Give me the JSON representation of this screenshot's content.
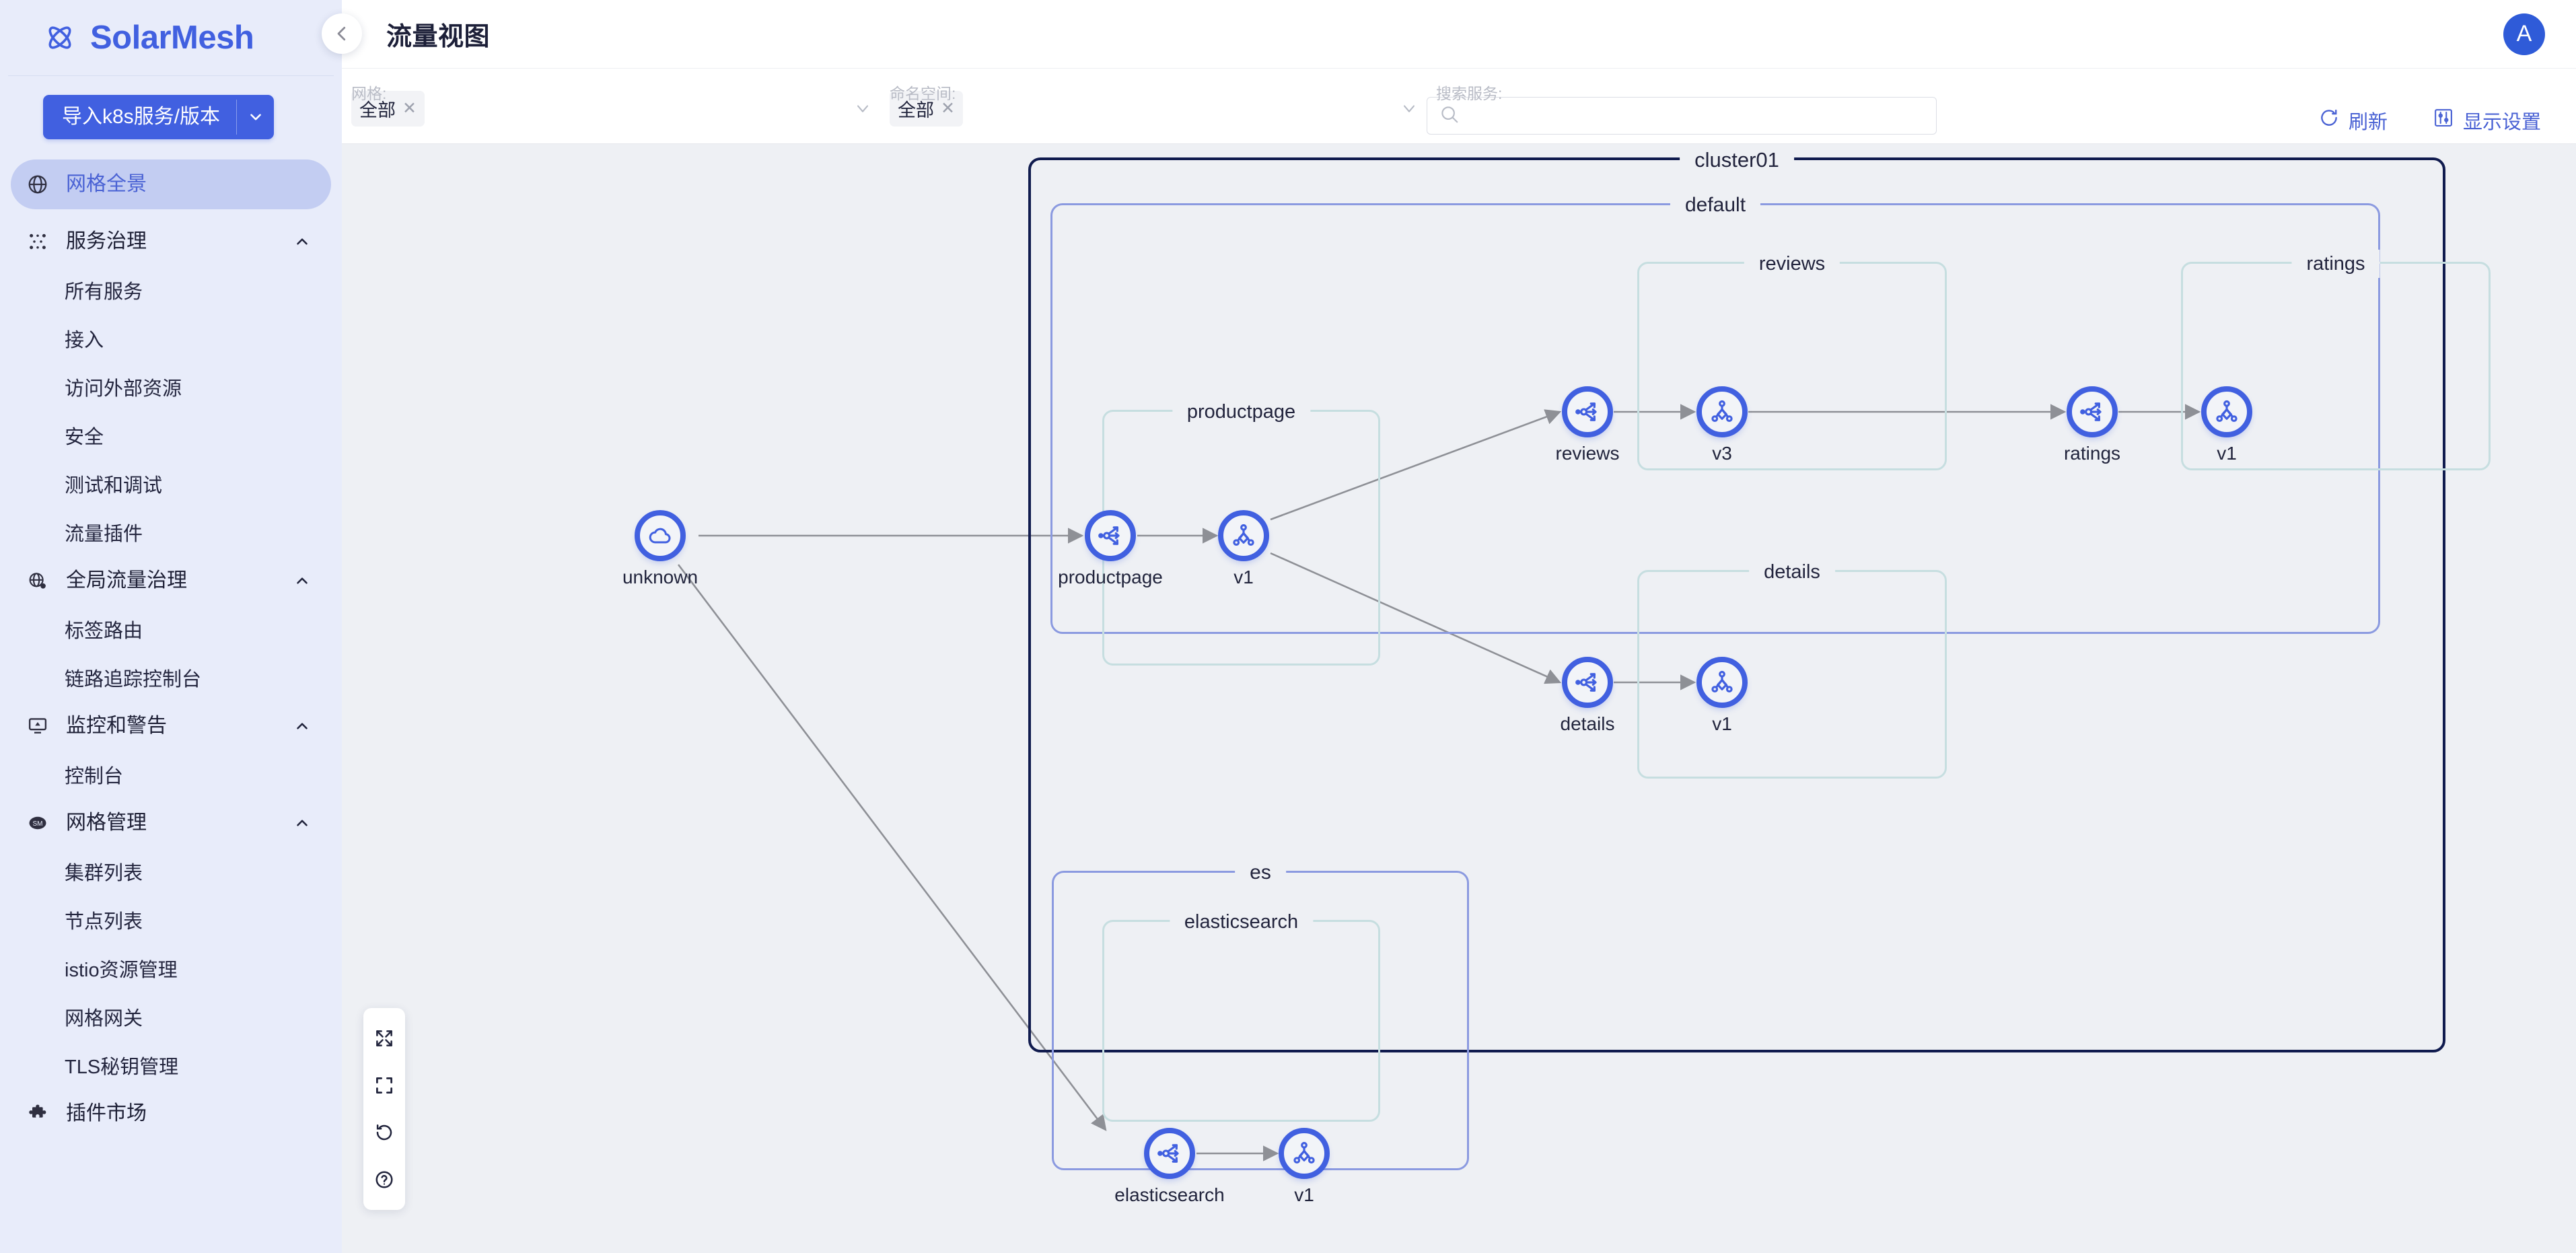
{
  "brand": {
    "name": "SolarMesh",
    "logo_icon": "atom-icon"
  },
  "sidebar": {
    "import_button": {
      "label": "导入k8s服务/版本",
      "caret_icon": "chevron-down-icon"
    },
    "top_item": {
      "label": "网格全景",
      "icon": "globe-icon"
    },
    "groups": [
      {
        "label": "服务治理",
        "icon": "service-mesh-icon",
        "chevron": "chevron-up-icon",
        "items": [
          "所有服务",
          "接入",
          "访问外部资源",
          "安全",
          "测试和调试",
          "流量插件"
        ]
      },
      {
        "label": "全局流量治理",
        "icon": "traffic-globe-icon",
        "chevron": "chevron-up-icon",
        "items": [
          "标签路由",
          "链路追踪控制台"
        ]
      },
      {
        "label": "监控和警告",
        "icon": "monitor-alert-icon",
        "chevron": "chevron-up-icon",
        "items": [
          "控制台"
        ]
      },
      {
        "label": "网格管理",
        "icon": "sm-badge-icon",
        "chevron": "chevron-up-icon",
        "items": [
          "集群列表",
          "节点列表",
          "istio资源管理",
          "网格网关",
          "TLS秘钥管理"
        ]
      }
    ],
    "plugin_market": {
      "label": "插件市场",
      "icon": "puzzle-icon"
    }
  },
  "header": {
    "title": "流量视图",
    "avatar_initial": "A",
    "collapse_icon": "chevron-left-icon"
  },
  "filters": {
    "mesh": {
      "label": "网格:",
      "value": "全部",
      "remove_icon": "close-icon",
      "caret_icon": "chevron-down-icon"
    },
    "namespace": {
      "label": "命名空间:",
      "value": "全部",
      "remove_icon": "close-icon",
      "caret_icon": "chevron-down-icon"
    },
    "search": {
      "label": "搜索服务:",
      "value": "",
      "placeholder": "",
      "icon": "search-icon"
    },
    "actions": [
      {
        "label": "刷新",
        "icon": "refresh-icon"
      },
      {
        "label": "显示设置",
        "icon": "sliders-icon"
      }
    ]
  },
  "graph_tools": [
    {
      "name": "expand-arrows-icon"
    },
    {
      "name": "fit-screen-icon"
    },
    {
      "name": "reset-icon"
    },
    {
      "name": "help-icon"
    }
  ],
  "graph": {
    "clusters": [
      {
        "name": "cluster01",
        "namespaces": [
          {
            "name": "default",
            "services": [
              {
                "name": "productpage",
                "versions": [
                  "v1"
                ]
              },
              {
                "name": "reviews",
                "versions": [
                  "v3"
                ]
              },
              {
                "name": "ratings",
                "versions": [
                  "v1"
                ]
              },
              {
                "name": "details",
                "versions": [
                  "v1"
                ]
              }
            ]
          },
          {
            "name": "es",
            "services": [
              {
                "name": "elasticsearch",
                "versions": [
                  "v1"
                ]
              }
            ]
          }
        ]
      }
    ],
    "external_node": {
      "name": "unknown",
      "icon": "cloud-icon"
    },
    "node_icons": {
      "service": "service-distribute-icon",
      "version": "hierarchy-icon"
    },
    "labels": {
      "cluster01": "cluster01",
      "default": "default",
      "es": "es",
      "productpage": "productpage",
      "productpage_v1": "v1",
      "reviews": "reviews",
      "reviews_v3": "v3",
      "ratings": "ratings",
      "ratings_v1": "v1",
      "details": "details",
      "details_v1": "v1",
      "elasticsearch": "elasticsearch",
      "elasticsearch_v1": "v1",
      "unknown": "unknown"
    },
    "edges": [
      {
        "from": "unknown",
        "to": "productpage"
      },
      {
        "from": "productpage",
        "to": "productpage_v1"
      },
      {
        "from": "productpage_v1",
        "to": "reviews"
      },
      {
        "from": "productpage_v1",
        "to": "details"
      },
      {
        "from": "reviews",
        "to": "reviews_v3"
      },
      {
        "from": "reviews_v3",
        "to": "ratings"
      },
      {
        "from": "ratings",
        "to": "ratings_v1"
      },
      {
        "from": "details",
        "to": "details_v1"
      },
      {
        "from": "unknown",
        "to": "elasticsearch"
      },
      {
        "from": "elasticsearch",
        "to": "elasticsearch_v1"
      }
    ]
  },
  "colors": {
    "brand": "#4160e0",
    "sidebar_bg": "#e8ecfa",
    "canvas_bg": "#eef0f4",
    "cluster_border": "#101b4e",
    "namespace_border": "#8b9ae0",
    "service_border": "#c6dee0",
    "edge": "#8e9096"
  }
}
